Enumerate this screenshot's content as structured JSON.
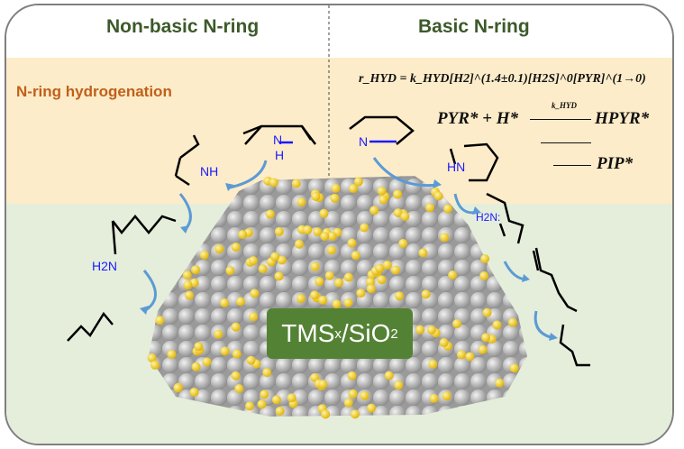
{
  "titles": {
    "left": "Non-basic N-ring",
    "right": "Basic N-ring"
  },
  "section_label": "N-ring hydrogenation",
  "equations": {
    "rate_law": "r_HYD = k_HYD[H2]^(1.4±0.1)[H2S]^0[PYR]^(1→0)",
    "step1_left": "PYR* + H*",
    "step1_arrow_label": "k_HYD",
    "step1_right": "HPYR*",
    "step3_right": "PIP*"
  },
  "catalyst_label": {
    "main": "TMS",
    "sub1": "x",
    "sep": "/SiO",
    "sub2": "2"
  },
  "atoms": {
    "nh": "NH",
    "h": "H",
    "n_pyrrole": "N",
    "h2n_left": "H2N",
    "n_pyridine": "N",
    "hn": "HN",
    "h2n_right": "H2N:"
  },
  "colors": {
    "title": "#3c5a2a",
    "section": "#c0601a",
    "beige": "#fdecc9",
    "green": "#e5eedb",
    "box": "#548235",
    "arrow": "#5b9bd5",
    "sulfur": "#f2c500"
  }
}
